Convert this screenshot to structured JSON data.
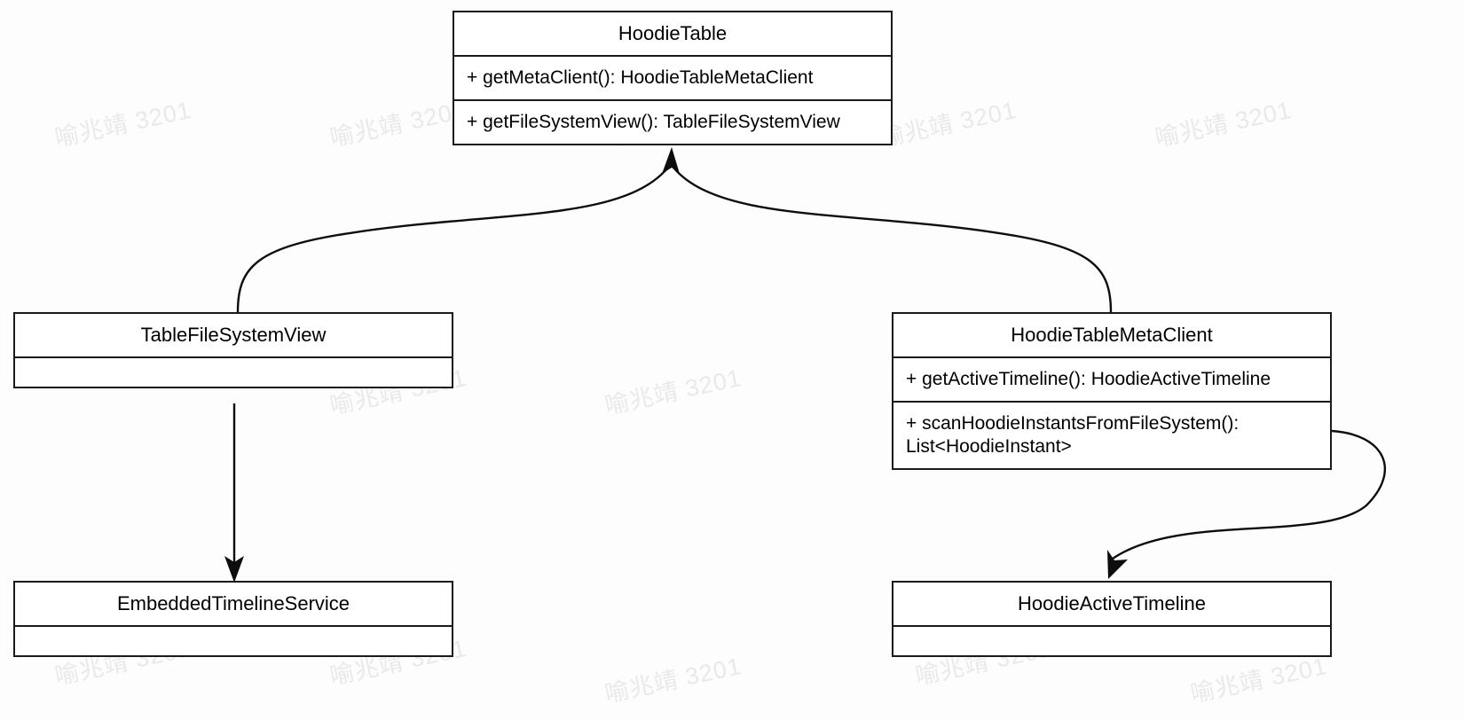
{
  "diagram": {
    "title": "HoodieTable UML class diagram",
    "type": "uml-class-diagram",
    "background_color": "#fdfdfd",
    "line_color": "#0d0d0d",
    "box_border_color": "#1a1a1a",
    "box_fill_color": "#ffffff",
    "watermark": {
      "text": "喻兆靖 3201",
      "color": "#e9e9e9"
    }
  },
  "classes": {
    "hoodie_table": {
      "name": "HoodieTable",
      "members": [
        "+ getMetaClient(): HoodieTableMetaClient",
        "+ getFileSystemView(): TableFileSystemView"
      ]
    },
    "table_file_system_view": {
      "name": "TableFileSystemView",
      "members": []
    },
    "hoodie_table_meta_client": {
      "name": "HoodieTableMetaClient",
      "members": [
        "+ getActiveTimeline(): HoodieActiveTimeline",
        "+ scanHoodieInstantsFromFileSystem():\nList<HoodieInstant>"
      ]
    },
    "embedded_timeline_service": {
      "name": "EmbeddedTimelineService",
      "members": []
    },
    "hoodie_active_timeline": {
      "name": "HoodieActiveTimeline",
      "members": []
    }
  },
  "relationships": [
    {
      "id": "fsview-to-hoodietable",
      "from": "TableFileSystemView",
      "to": "HoodieTable",
      "style": "curved",
      "arrowhead": "open-solid"
    },
    {
      "id": "metaclient-to-hoodietable",
      "from": "HoodieTableMetaClient",
      "to": "HoodieTable",
      "style": "curved",
      "arrowhead": "open-solid"
    },
    {
      "id": "fsview-to-embeddedtimeline",
      "from": "TableFileSystemView",
      "to": "EmbeddedTimelineService",
      "style": "straight",
      "arrowhead": "open-solid"
    },
    {
      "id": "metaclient-to-activetimeline",
      "from": "HoodieTableMetaClient",
      "to": "HoodieActiveTimeline",
      "style": "curved",
      "arrowhead": "open-solid"
    }
  ]
}
